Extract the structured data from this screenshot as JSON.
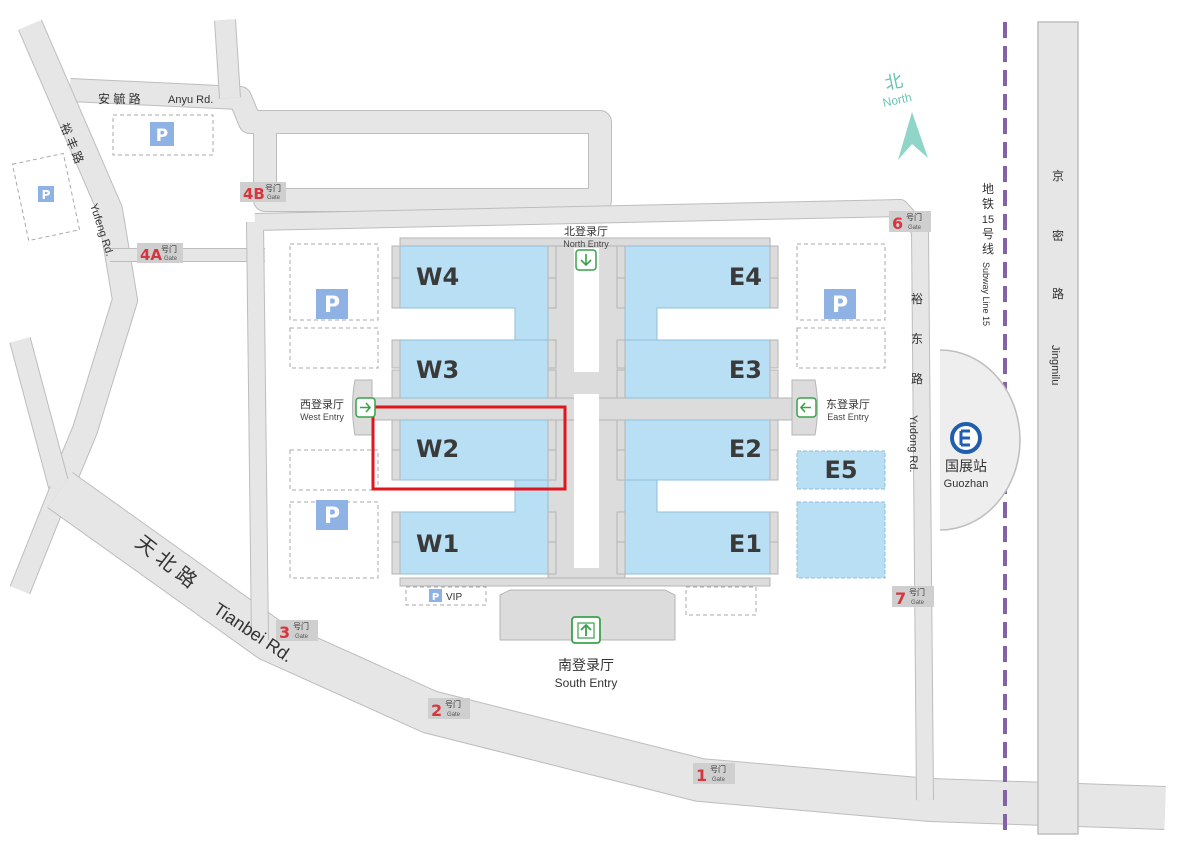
{
  "halls": {
    "w4": "W4",
    "w3": "W3",
    "w2": "W2",
    "w1": "W1",
    "e4": "E4",
    "e3": "E3",
    "e2": "E2",
    "e1": "E1",
    "e5": "E5"
  },
  "entries": {
    "north": {
      "cn": "北登录厅",
      "en": "North Entry"
    },
    "west": {
      "cn": "西登录厅",
      "en": "West Entry"
    },
    "east": {
      "cn": "东登录厅",
      "en": "East Entry"
    },
    "south": {
      "cn": "南登录厅",
      "en": "South Entry"
    }
  },
  "roads": {
    "anyu": {
      "cn": "安 毓 路",
      "en": "Anyu Rd."
    },
    "yufeng": {
      "cn": "裕 丰 路",
      "en": "Yufeng Rd."
    },
    "tianbei": {
      "cn": "天 北 路",
      "en": "Tianbei Rd."
    },
    "yudong": {
      "cn": [
        "裕",
        "东",
        "路"
      ],
      "en": "Yudong Rd."
    },
    "jingmi": {
      "cn": [
        "京",
        "密",
        "路"
      ],
      "en": "Jingmilu"
    }
  },
  "gates": {
    "g4b": {
      "num": "4B",
      "cn": "号门",
      "en": "Gate"
    },
    "g4a": {
      "num": "4A",
      "cn": "号门",
      "en": "Gate"
    },
    "g6": {
      "num": "6",
      "cn": "号门",
      "en": "Gate"
    },
    "g7": {
      "num": "7",
      "cn": "号门",
      "en": "Gate"
    },
    "g3": {
      "num": "3",
      "cn": "号门",
      "en": "Gate"
    },
    "g2": {
      "num": "2",
      "cn": "号门",
      "en": "Gate"
    },
    "g1": {
      "num": "1",
      "cn": "号门",
      "en": "Gate"
    }
  },
  "north_arrow": {
    "cn": "北",
    "en": "North"
  },
  "subway": {
    "cn": [
      "地",
      "铁",
      "15",
      "号",
      "线"
    ],
    "en": "Subway Line 15"
  },
  "station": {
    "cn": "国展站",
    "en": "Guozhan"
  },
  "parking": {
    "symbol": "P",
    "vip": "VIP"
  },
  "colors": {
    "road": "#e6e6e6",
    "road_outline": "#bdbdbd",
    "hall_fill": "#b8dff3",
    "hall_outline": "#8fbfd9",
    "parking": "#8fb2e4",
    "gate_red": "#d6363d",
    "entry_green": "#3aa24a",
    "highlight": "#e0161e",
    "north_arrow": "#8fd6c9",
    "subway_line": "#8462a8",
    "metro_blue": "#1f5fae"
  },
  "icons": {
    "entry": "entry-arrow-icon",
    "north": "north-arrow-icon",
    "metro": "metro-logo-icon",
    "parking": "parking-icon"
  }
}
